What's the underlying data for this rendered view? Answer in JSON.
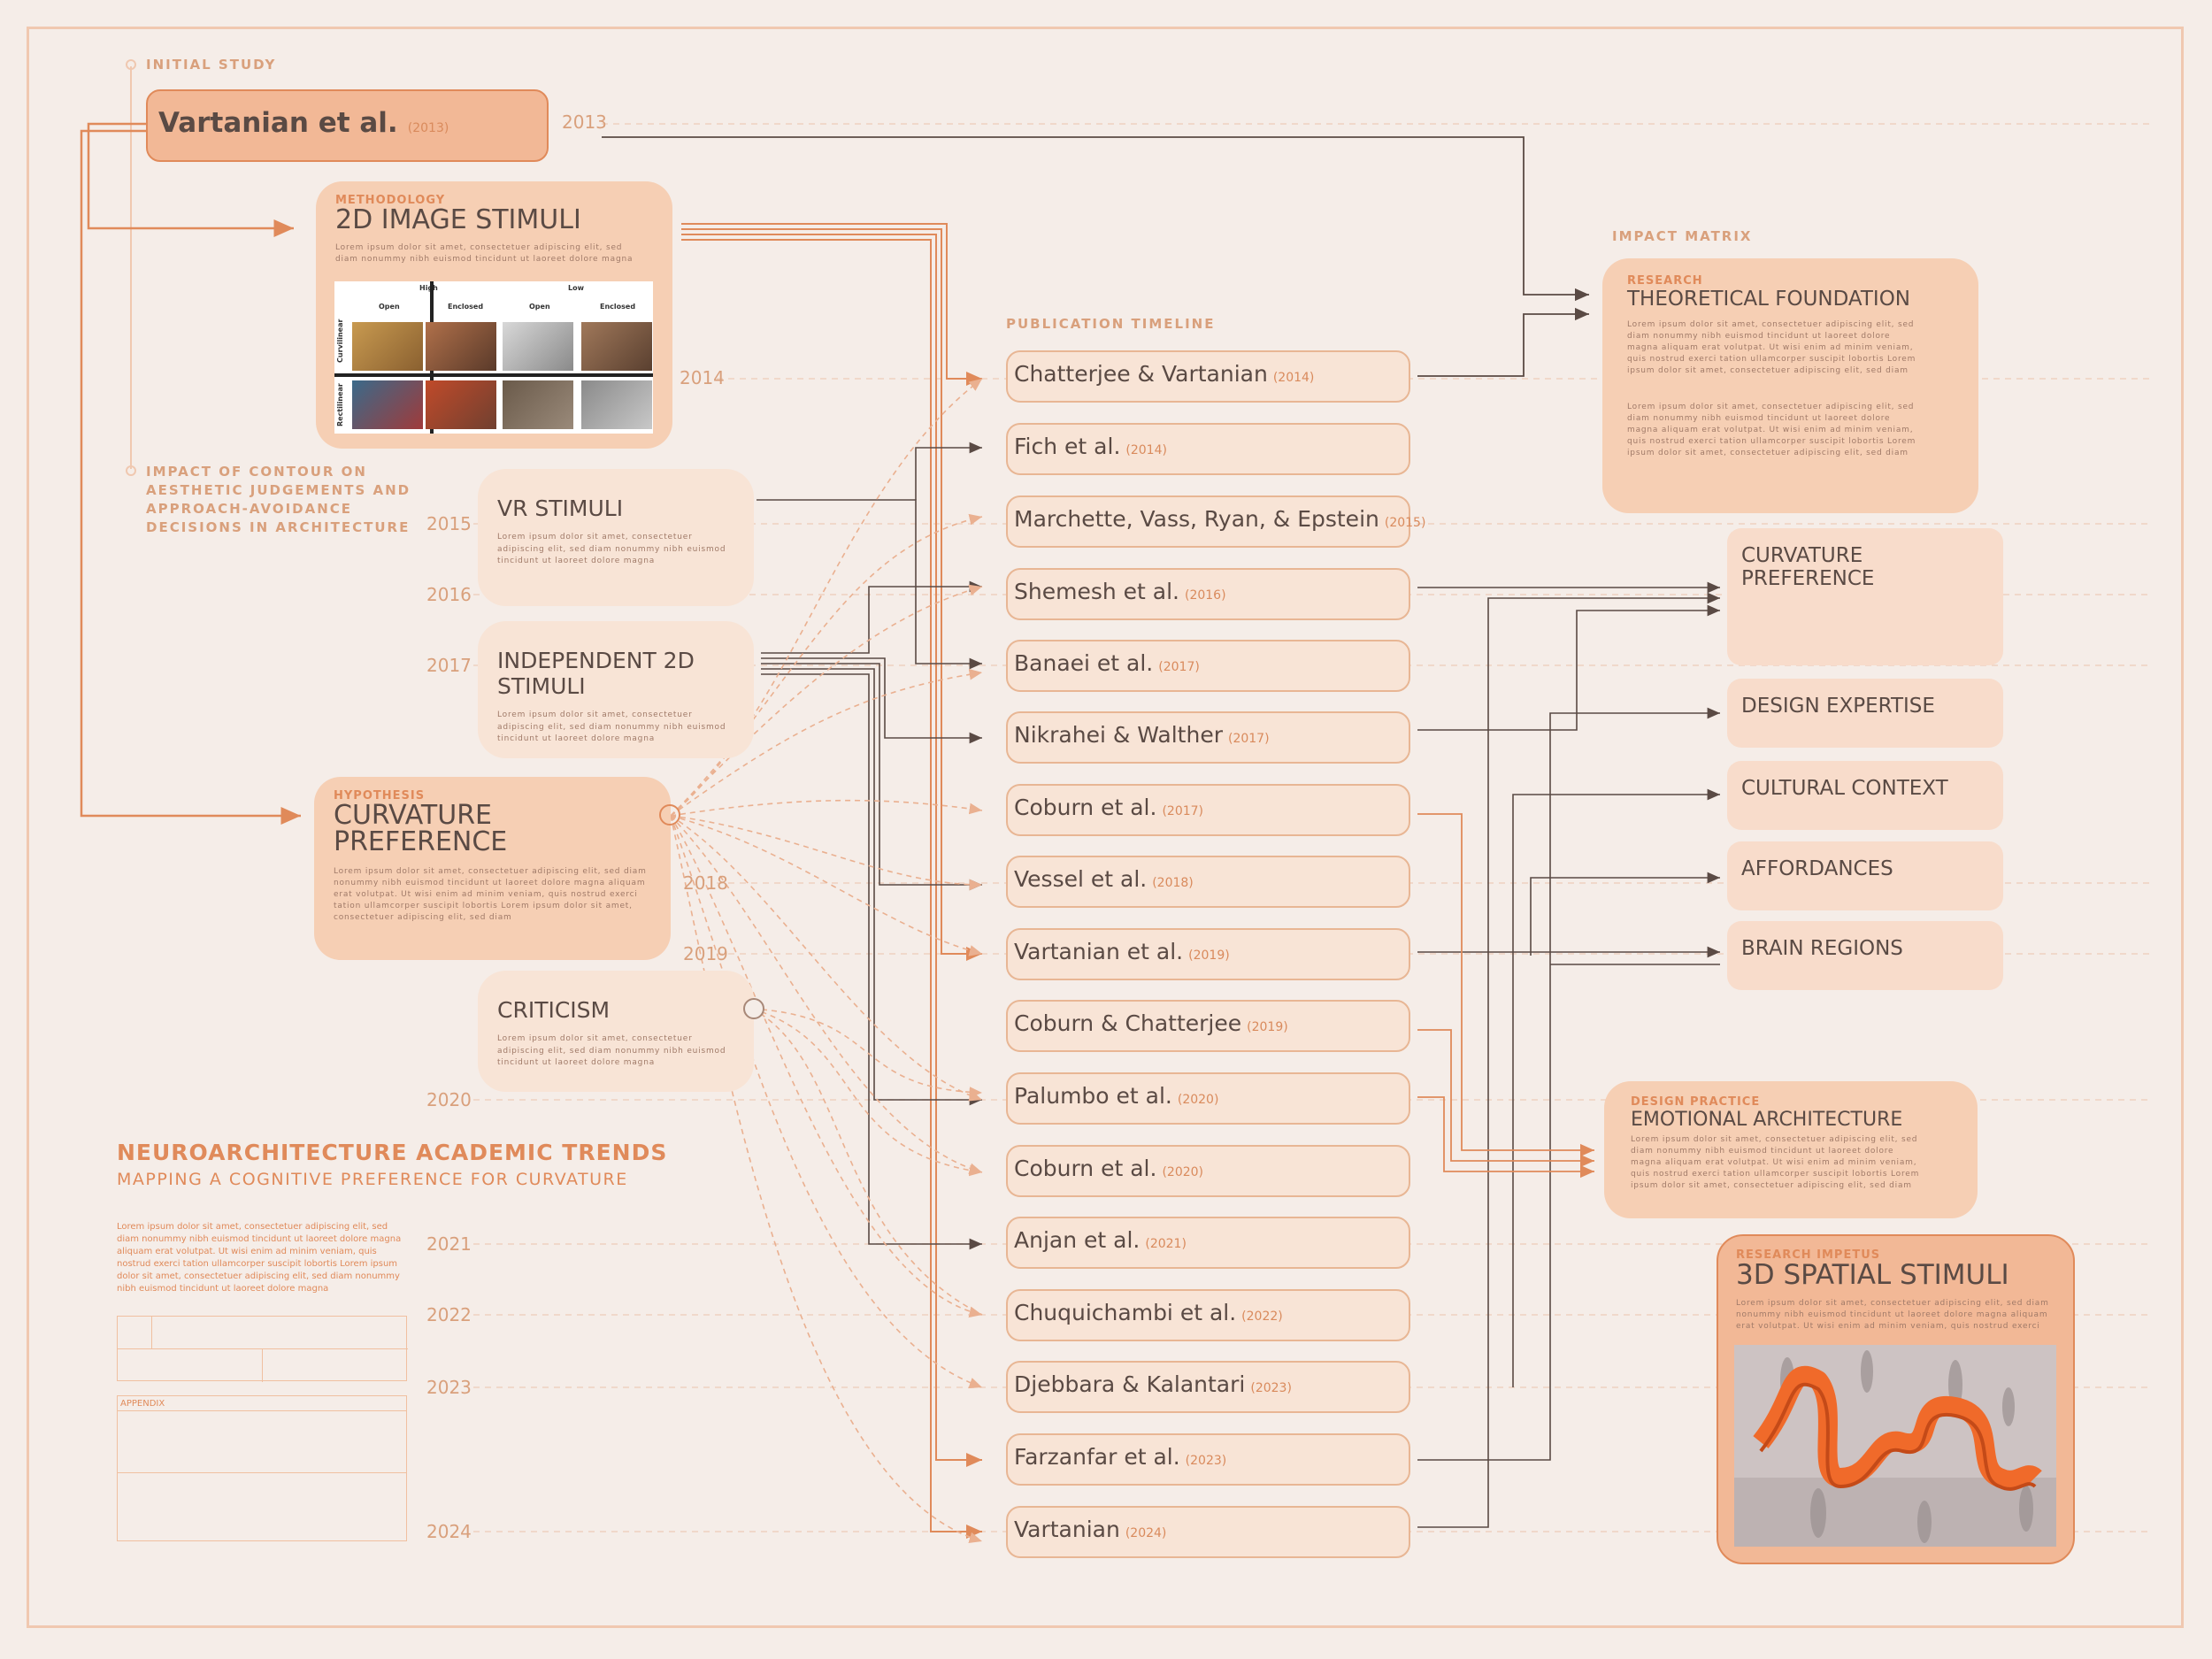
{
  "labels": {
    "initial_study": "INITIAL STUDY",
    "impact_of_contour": "IMPACT OF CONTOUR ON AESTHETIC JUDGEMENTS AND APPROACH-AVOIDANCE DECISIONS IN ARCHITECTURE",
    "publication_timeline": "PUBLICATION TIMELINE",
    "impact_matrix": "IMPACT MATRIX",
    "appendix": "APPENDIX"
  },
  "initial": {
    "name": "Vartanian et al.",
    "year": "(2013)"
  },
  "years": [
    "2013",
    "2014",
    "2015",
    "2016",
    "2017",
    "2018",
    "2019",
    "2020",
    "2021",
    "2022",
    "2023",
    "2024"
  ],
  "methodology": {
    "kicker": "METHODOLOGY",
    "title": "2D IMAGE STIMULI",
    "lorem": "Lorem ipsum dolor sit amet, consectetuer adipiscing elit, sed diam nonummy nibh euismod tincidunt ut laoreet dolore magna",
    "grid": {
      "high": "High",
      "low": "Low",
      "open": "Open",
      "enclosed": "Enclosed",
      "curvilinear": "Curvilinear",
      "rectilinear": "Rectilinear"
    }
  },
  "vr": {
    "title": "VR STIMULI",
    "lorem": "Lorem ipsum dolor sit amet, consectetuer adipiscing elit, sed diam nonummy nibh euismod tincidunt ut laoreet dolore magna"
  },
  "independent": {
    "title": "INDEPENDENT 2D STIMULI",
    "lorem": "Lorem ipsum dolor sit amet, consectetuer adipiscing elit, sed diam nonummy nibh euismod tincidunt ut laoreet dolore magna"
  },
  "hypothesis": {
    "kicker": "HYPOTHESIS",
    "title_1": "CURVATURE",
    "title_2": "PREFERENCE",
    "lorem": "Lorem ipsum dolor sit amet, consectetuer adipiscing elit, sed diam nonummy nibh euismod tincidunt ut laoreet dolore magna aliquam erat volutpat. Ut wisi enim ad minim veniam, quis nostrud exerci tation ullamcorper suscipit lobortis Lorem ipsum dolor sit amet, consectetuer adipiscing elit, sed diam"
  },
  "criticism": {
    "title": "CRITICISM",
    "lorem": "Lorem ipsum dolor sit amet, consectetuer adipiscing elit, sed diam nonummy nibh euismod tincidunt ut laoreet dolore magna"
  },
  "legend": {
    "title": "NEUROARCHITECTURE ACADEMIC TRENDS",
    "subtitle": "MAPPING A COGNITIVE PREFERENCE FOR CURVATURE",
    "lorem": "Lorem ipsum dolor sit amet, consectetuer adipiscing elit, sed diam nonummy nibh euismod tincidunt ut laoreet dolore magna aliquam erat volutpat. Ut wisi enim ad minim veniam, quis nostrud exerci tation ullamcorper suscipit lobortis Lorem ipsum dolor sit amet, consectetuer adipiscing elit, sed diam nonummy nibh euismod tincidunt ut laoreet dolore magna"
  },
  "publications": [
    {
      "name": "Chatterjee & Vartanian",
      "year": "(2014)"
    },
    {
      "name": "Fich et al.",
      "year": "(2014)"
    },
    {
      "name": "Marchette, Vass, Ryan, & Epstein",
      "year": "(2015)"
    },
    {
      "name": "Shemesh et al.",
      "year": "(2016)"
    },
    {
      "name": "Banaei et al.",
      "year": "(2017)"
    },
    {
      "name": "Nikrahei & Walther",
      "year": "(2017)"
    },
    {
      "name": "Coburn et al.",
      "year": "(2017)"
    },
    {
      "name": "Vessel et al.",
      "year": "(2018)"
    },
    {
      "name": "Vartanian et al.",
      "year": "(2019)"
    },
    {
      "name": "Coburn & Chatterjee",
      "year": "(2019)"
    },
    {
      "name": "Palumbo et al.",
      "year": "(2020)"
    },
    {
      "name": "Coburn et al.",
      "year": "(2020)"
    },
    {
      "name": "Anjan et al.",
      "year": "(2021)"
    },
    {
      "name": "Chuquichambi et al.",
      "year": "(2022)"
    },
    {
      "name": "Djebbara & Kalantari",
      "year": "(2023)"
    },
    {
      "name": "Farzanfar et al.",
      "year": "(2023)"
    },
    {
      "name": "Vartanian",
      "year": "(2024)"
    }
  ],
  "theoretical": {
    "kicker": "RESEARCH",
    "title": "THEORETICAL FOUNDATION",
    "lorem_1": "Lorem ipsum dolor sit amet, consectetuer adipiscing elit, sed diam nonummy nibh euismod tincidunt ut laoreet dolore magna aliquam erat volutpat. Ut wisi enim ad minim veniam, quis nostrud exerci tation ullamcorper suscipit lobortis Lorem ipsum dolor sit amet, consectetuer adipiscing elit, sed diam",
    "lorem_2": "Lorem ipsum dolor sit amet, consectetuer adipiscing elit, sed diam nonummy nibh euismod tincidunt ut laoreet dolore magna aliquam erat volutpat. Ut wisi enim ad minim veniam, quis nostrud exerci tation ullamcorper suscipit lobortis Lorem ipsum dolor sit amet, consectetuer adipiscing elit, sed diam"
  },
  "impacts": [
    "CURVATURE PREFERENCE",
    "DESIGN EXPERTISE",
    "CULTURAL CONTEXT",
    "AFFORDANCES",
    "BRAIN REGIONS"
  ],
  "emotional": {
    "kicker": "DESIGN PRACTICE",
    "title": "EMOTIONAL ARCHITECTURE",
    "lorem": "Lorem ipsum dolor sit amet, consectetuer adipiscing elit, sed diam nonummy nibh euismod tincidunt ut laoreet dolore magna aliquam erat volutpat. Ut wisi enim ad minim veniam, quis nostrud exerci tation ullamcorper suscipit lobortis Lorem ipsum dolor sit amet, consectetuer adipiscing elit, sed diam"
  },
  "spatial": {
    "kicker": "RESEARCH IMPETUS",
    "title": "3D SPATIAL STIMULI",
    "lorem": "Lorem ipsum dolor sit amet, consectetuer adipiscing elit, sed diam nonummy nibh euismod tincidunt ut laoreet dolore magna aliquam erat volutpat. Ut wisi enim ad minim veniam, quis nostrud exerci"
  },
  "colors": {
    "accent": "#e08a5a",
    "box": "#f6cfb4",
    "pill": "#f8e4d6",
    "line_dark": "#5a4a44",
    "bg": "#f5ede8"
  }
}
